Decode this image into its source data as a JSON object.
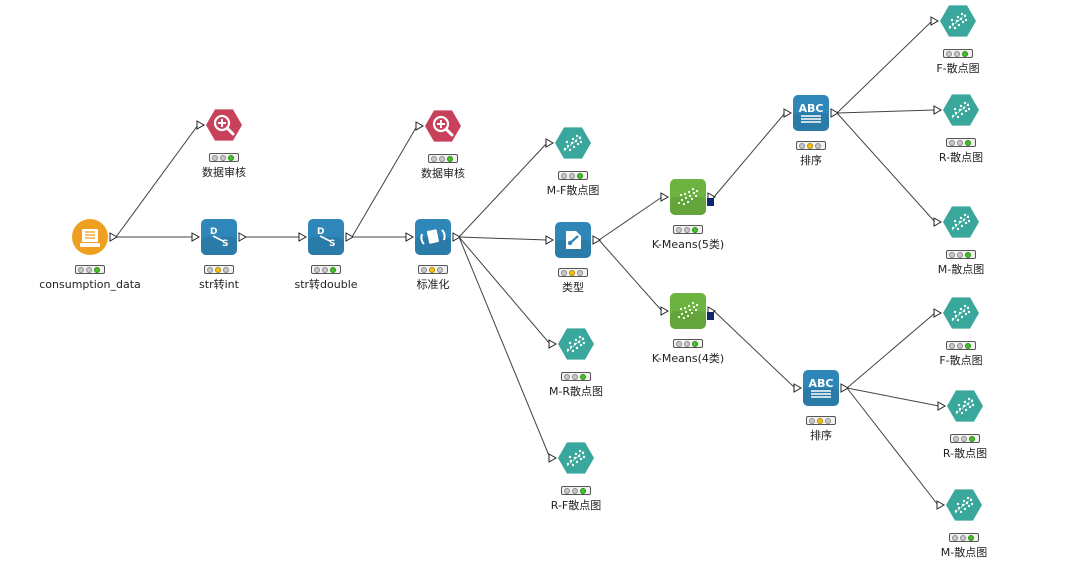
{
  "nodes": [
    {
      "id": "consumption_data",
      "label": "consumption_data",
      "icon": "file-reader-icon",
      "color": "#f0a020",
      "shape": "circle",
      "status": "green"
    },
    {
      "id": "audit1",
      "label": "数据审核",
      "icon": "magnifier-plus-icon",
      "color": "#c8415a",
      "shape": "hex",
      "status": "green"
    },
    {
      "id": "str2int",
      "label": "str转int",
      "icon": "string-to-number-icon",
      "color": "#2f86b8",
      "shape": "square",
      "status": "yellow"
    },
    {
      "id": "str2double",
      "label": "str转double",
      "icon": "string-to-number-icon",
      "color": "#2f86b8",
      "shape": "square",
      "status": "green"
    },
    {
      "id": "audit2",
      "label": "数据审核",
      "icon": "magnifier-plus-icon",
      "color": "#c8415a",
      "shape": "hex",
      "status": "green"
    },
    {
      "id": "normalize",
      "label": "标准化",
      "icon": "normalizer-icon",
      "color": "#2f86b8",
      "shape": "square",
      "status": "yellow"
    },
    {
      "id": "mf_scatter",
      "label": "M-F散点图",
      "icon": "scatter-plot-icon",
      "color": "#3aa79c",
      "shape": "hex",
      "status": "green"
    },
    {
      "id": "type",
      "label": "类型",
      "icon": "type-convert-icon",
      "color": "#2f86b8",
      "shape": "square",
      "status": "yellow"
    },
    {
      "id": "mr_scatter",
      "label": "M-R散点图",
      "icon": "scatter-plot-icon",
      "color": "#3aa79c",
      "shape": "hex",
      "status": "green"
    },
    {
      "id": "rf_scatter",
      "label": "R-F散点图",
      "icon": "scatter-plot-icon",
      "color": "#3aa79c",
      "shape": "hex",
      "status": "green"
    },
    {
      "id": "kmeans5",
      "label": "K-Means(5类)",
      "icon": "kmeans-cluster-icon",
      "color": "#6cb43f",
      "shape": "square",
      "status": "green"
    },
    {
      "id": "kmeans4",
      "label": "K-Means(4类)",
      "icon": "kmeans-cluster-icon",
      "color": "#6cb43f",
      "shape": "square",
      "status": "green"
    },
    {
      "id": "sort1",
      "label": "排序",
      "icon": "abc-sorter-icon",
      "color": "#2f86b8",
      "shape": "square",
      "status": "yellow"
    },
    {
      "id": "sort2",
      "label": "排序",
      "icon": "abc-sorter-icon",
      "color": "#2f86b8",
      "shape": "square",
      "status": "yellow"
    },
    {
      "id": "f_scatter1",
      "label": "F-散点图",
      "icon": "scatter-plot-icon",
      "color": "#3aa79c",
      "shape": "hex",
      "status": "green"
    },
    {
      "id": "r_scatter1",
      "label": "R-散点图",
      "icon": "scatter-plot-icon",
      "color": "#3aa79c",
      "shape": "hex",
      "status": "green"
    },
    {
      "id": "m_scatter1",
      "label": "M-散点图",
      "icon": "scatter-plot-icon",
      "color": "#3aa79c",
      "shape": "hex",
      "status": "green"
    },
    {
      "id": "f_scatter2",
      "label": "F-散点图",
      "icon": "scatter-plot-icon",
      "color": "#3aa79c",
      "shape": "hex",
      "status": "green"
    },
    {
      "id": "r_scatter2",
      "label": "R-散点图",
      "icon": "scatter-plot-icon",
      "color": "#3aa79c",
      "shape": "hex",
      "status": "green"
    },
    {
      "id": "m_scatter2",
      "label": "M-散点图",
      "icon": "scatter-plot-icon",
      "color": "#3aa79c",
      "shape": "hex",
      "status": "green"
    }
  ],
  "edges": [
    [
      "consumption_data",
      "audit1"
    ],
    [
      "consumption_data",
      "str2int"
    ],
    [
      "str2int",
      "str2double"
    ],
    [
      "str2double",
      "audit2"
    ],
    [
      "str2double",
      "normalize"
    ],
    [
      "normalize",
      "mf_scatter"
    ],
    [
      "normalize",
      "type"
    ],
    [
      "normalize",
      "mr_scatter"
    ],
    [
      "normalize",
      "rf_scatter"
    ],
    [
      "type",
      "kmeans5"
    ],
    [
      "type",
      "kmeans4"
    ],
    [
      "kmeans5",
      "sort1"
    ],
    [
      "kmeans4",
      "sort2"
    ],
    [
      "sort1",
      "f_scatter1"
    ],
    [
      "sort1",
      "r_scatter1"
    ],
    [
      "sort1",
      "m_scatter1"
    ],
    [
      "sort2",
      "f_scatter2"
    ],
    [
      "sort2",
      "r_scatter2"
    ],
    [
      "sort2",
      "m_scatter2"
    ]
  ],
  "colors": {
    "edge": "#444444",
    "status_green": "#43c12a",
    "status_yellow": "#f4c20d",
    "navy_port": "#0c2a6b"
  }
}
